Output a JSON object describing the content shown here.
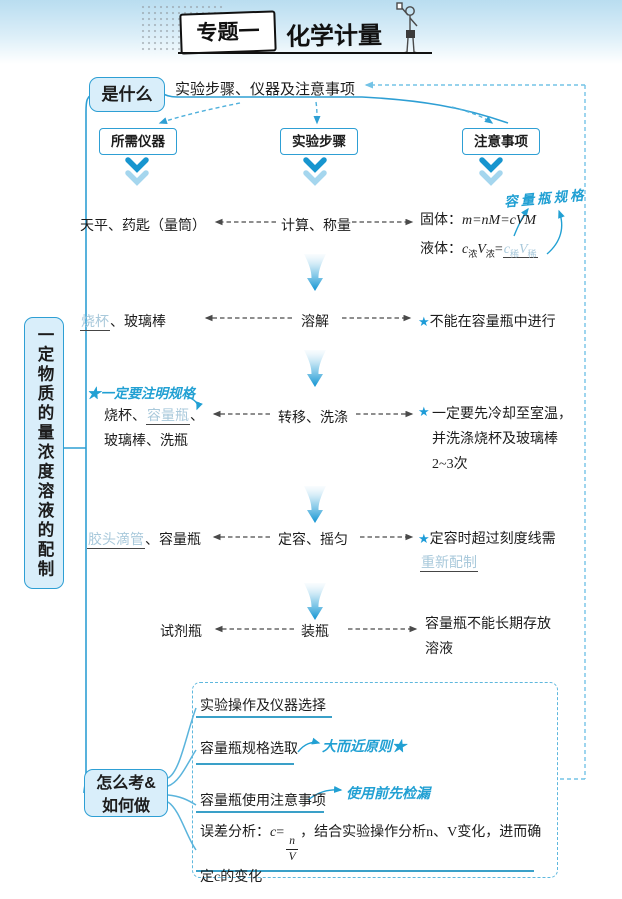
{
  "banner": {
    "badge": "专题一",
    "title": "化学计量"
  },
  "sidebar": {
    "title": "一定物质的量浓度溶液的配制"
  },
  "what": {
    "label": "是什么",
    "node": "实验步骤、仪器及注意事项",
    "col1": "所需仪器",
    "col2": "实验步骤",
    "col3": "注意事项"
  },
  "flow": {
    "row1": {
      "instrument": "天平、药匙（量筒）",
      "step": "计算、称量",
      "solid_label": "固体：",
      "solid_formula": "m=nM=cVM",
      "liquid_label": "液体：",
      "var_c": "c",
      "var_v": "V",
      "sub_concentrated": "浓",
      "sub_dilute": "稀",
      "equals": "=",
      "annotation": "容量瓶规格"
    },
    "row2": {
      "blank": "烧杯",
      "rest": "、玻璃棒",
      "step": "溶解",
      "star": "★",
      "note": "不能在容量瓶中进行"
    },
    "row3": {
      "annotation": "★一定要注明规格",
      "pre": "烧杯、",
      "blank": "容量瓶",
      "mid": "、",
      "line2": "玻璃棒、洗瓶",
      "step": "转移、洗涤",
      "star": "★",
      "note1": "一定要先冷却至室温，",
      "note2": "并洗涤烧杯及玻璃棒",
      "note3": "2~3次"
    },
    "row4": {
      "blank": "胶头滴管",
      "rest": "、容量瓶",
      "step": "定容、摇匀",
      "star": "★",
      "note": "定容时超过刻度线需",
      "note_blank": "重新配制"
    },
    "row5": {
      "instrument": "试剂瓶",
      "step": "装瓶",
      "note1": "容量瓶不能长期存放",
      "note2": "溶液"
    }
  },
  "how": {
    "label1": "怎么考&",
    "label2": "如何做",
    "item1": "实验操作及仪器选择",
    "item2": "容量瓶规格选取",
    "item2_note": "大而近原则★",
    "item3": "容量瓶使用注意事项",
    "item3_note": "使用前先检漏",
    "item4_prefix": "误差分析：",
    "item4_c": "c",
    "item4_eq": "=",
    "item4_num": "n",
    "item4_den": "V",
    "item4_tail": "，结合实验操作分析n、V变化，进而确定c的变化"
  },
  "colors": {
    "accent": "#2e9fd4",
    "hand": "#21a0d3",
    "fill": "#d9eefa",
    "blank_text": "#a9c9db",
    "star": "#1e9cd8"
  }
}
